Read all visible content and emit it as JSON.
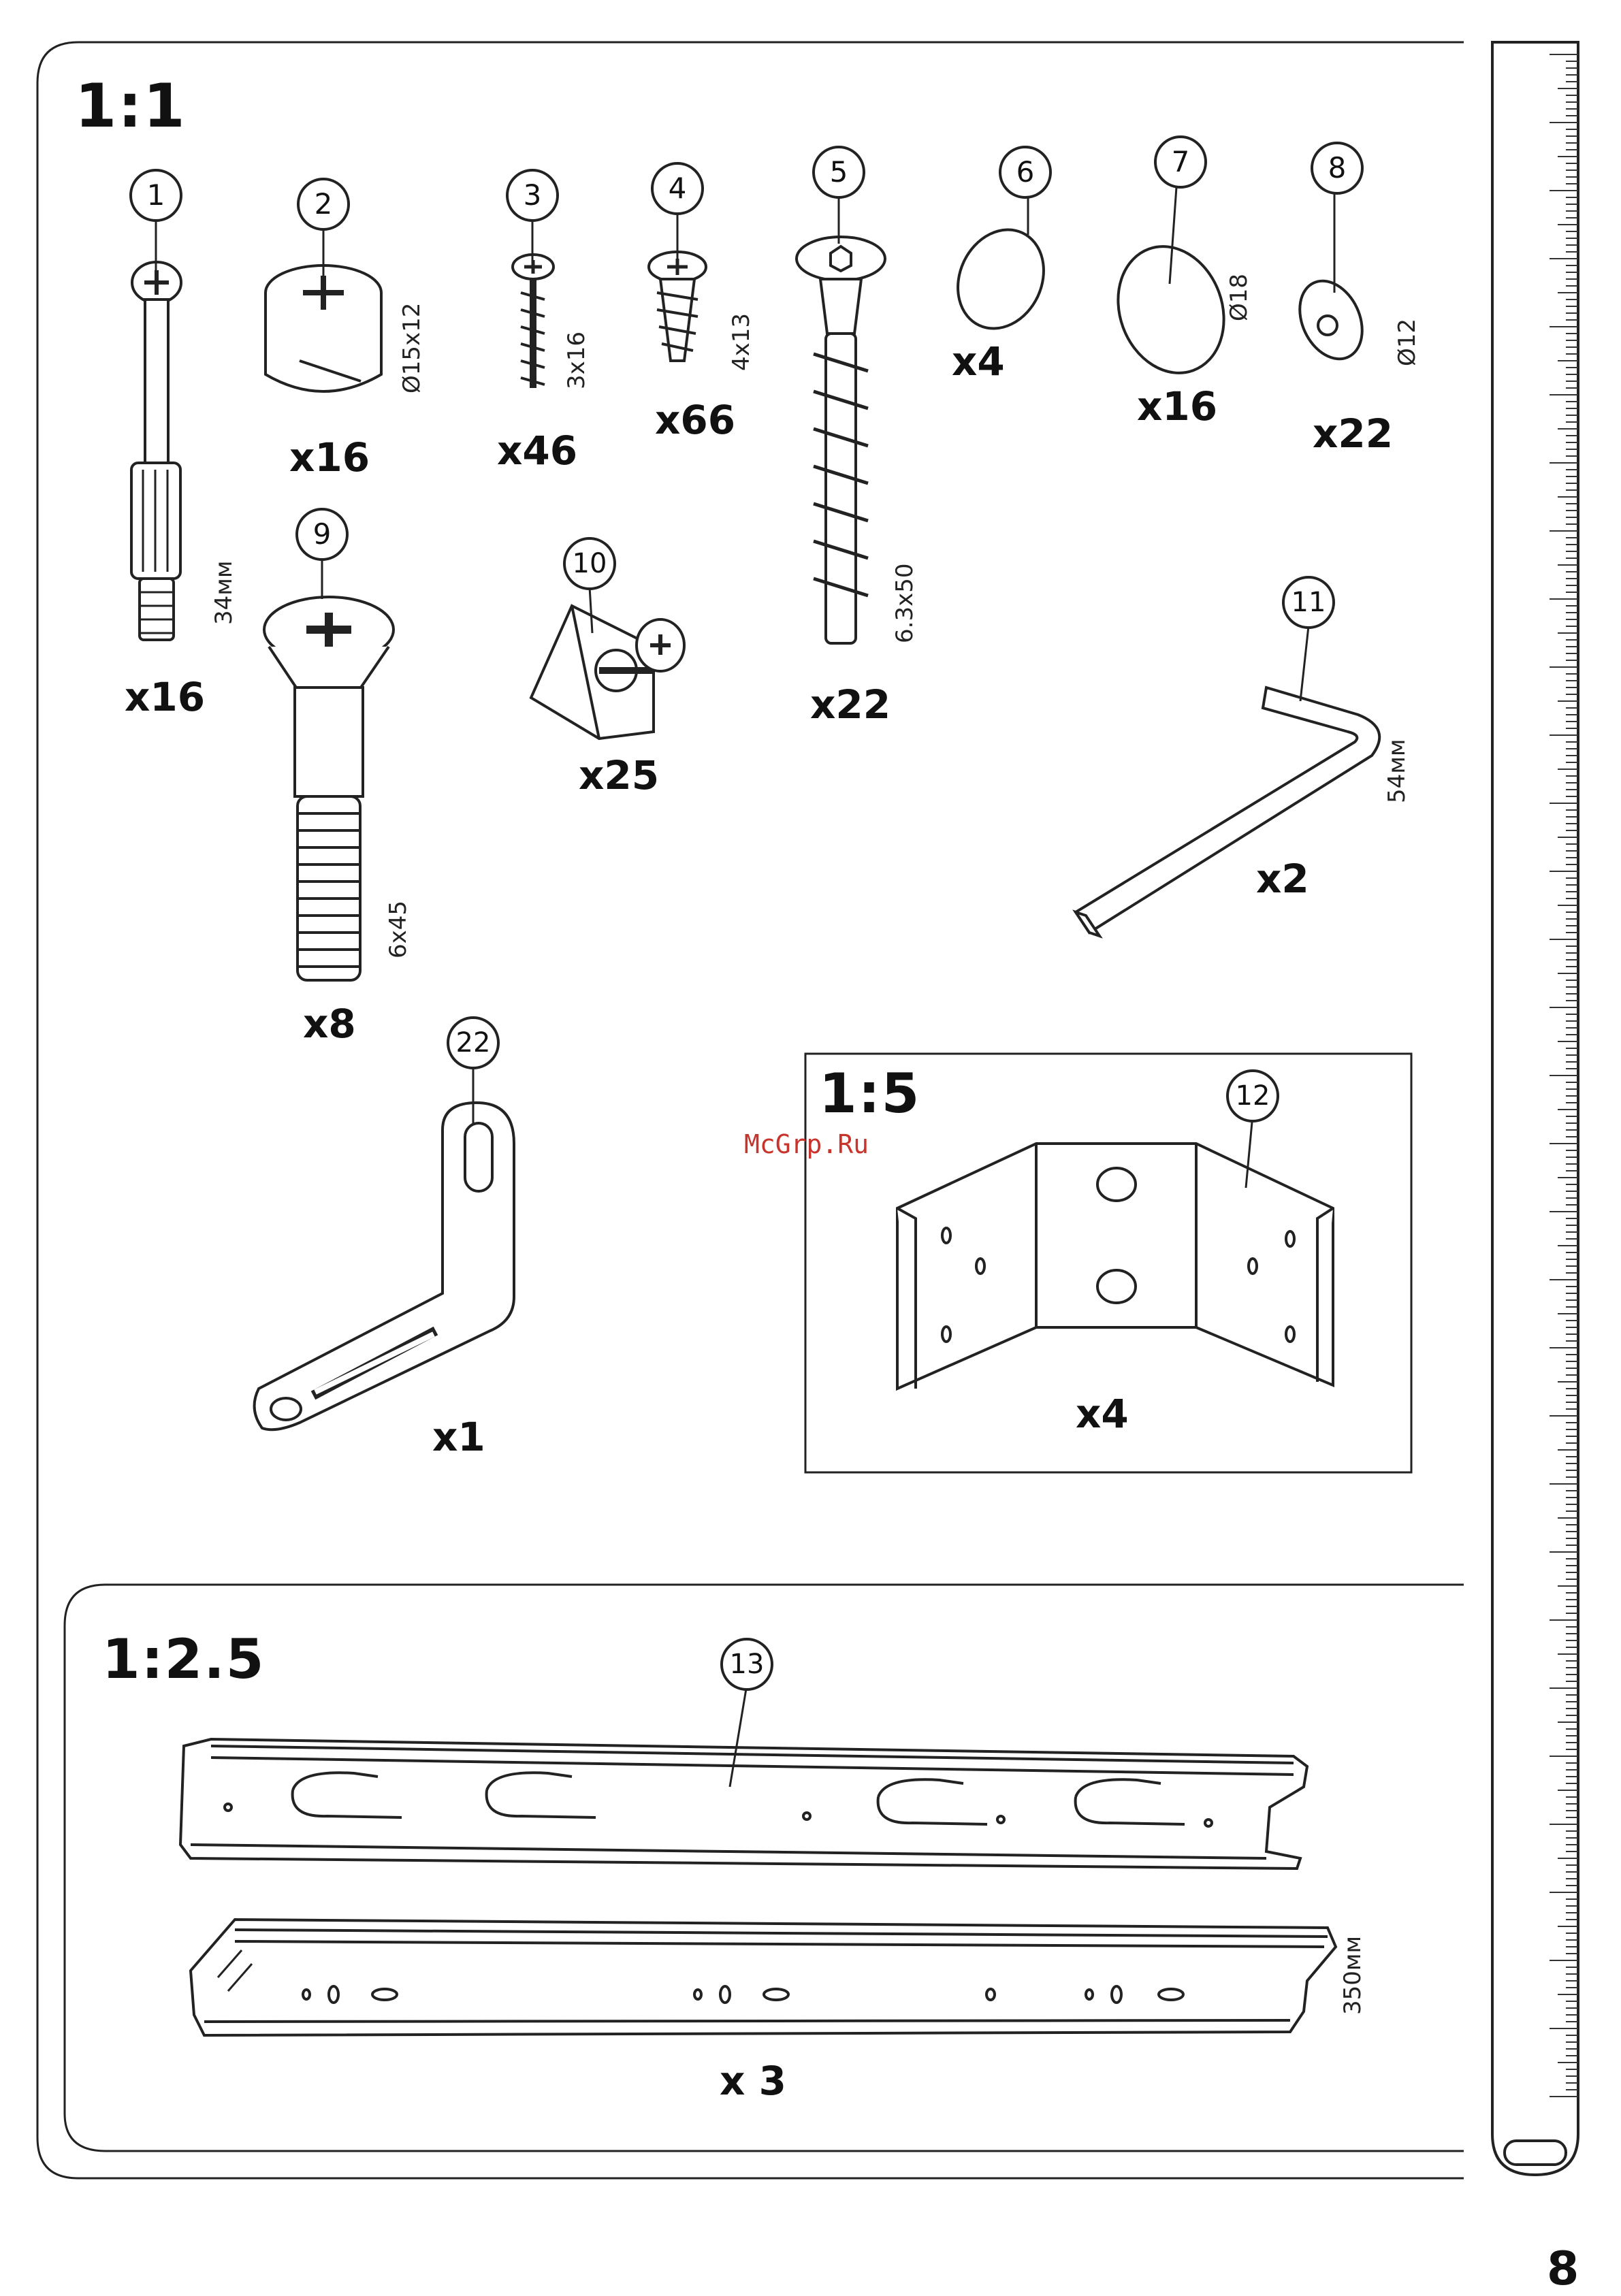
{
  "page": {
    "number": "8",
    "watermark": "McGrp.Ru"
  },
  "sections": {
    "main_scale": "1:1",
    "bracket_scale": "1:5",
    "rail_scale": "1:2.5"
  },
  "parts": [
    {
      "num": "1",
      "qty": "x16",
      "dim": "34мм",
      "icon": "cam-bolt-icon"
    },
    {
      "num": "2",
      "qty": "x16",
      "dim": "Ø15x12",
      "icon": "cam-lock-icon"
    },
    {
      "num": "3",
      "qty": "x46",
      "dim": "3x16",
      "icon": "wood-screw-icon"
    },
    {
      "num": "4",
      "qty": "x66",
      "dim": "4x13",
      "icon": "wood-screw-icon"
    },
    {
      "num": "5",
      "qty": "x22",
      "dim": "6.3x50",
      "icon": "confirmat-screw-icon"
    },
    {
      "num": "6",
      "qty": "x4",
      "dim": "",
      "icon": "cap-icon"
    },
    {
      "num": "7",
      "qty": "x16",
      "dim": "Ø18",
      "icon": "cap-icon"
    },
    {
      "num": "8",
      "qty": "x22",
      "dim": "Ø12",
      "icon": "cap-icon"
    },
    {
      "num": "9",
      "qty": "x8",
      "dim": "6x45",
      "icon": "bolt-icon"
    },
    {
      "num": "10",
      "qty": "x25",
      "dim": "",
      "icon": "corner-block-icon"
    },
    {
      "num": "11",
      "qty": "x2",
      "dim": "54мм",
      "icon": "hex-key-icon"
    },
    {
      "num": "22",
      "qty": "x1",
      "dim": "",
      "icon": "l-bracket-icon"
    },
    {
      "num": "12",
      "qty": "x4",
      "dim": "",
      "icon": "angle-bracket-icon"
    },
    {
      "num": "13",
      "qty": "x 3",
      "dim": "350мм",
      "icon": "drawer-slide-icon"
    }
  ]
}
